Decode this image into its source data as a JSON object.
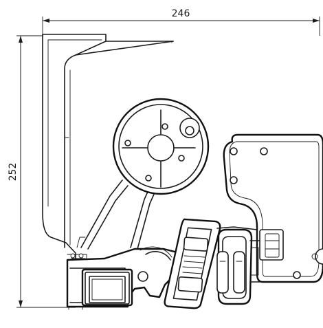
{
  "drawing": {
    "view": "Side elevation",
    "dimensions": {
      "width_label": "246",
      "height_label": "252"
    }
  },
  "colors": {
    "line": "#1a1a1a",
    "background": "#ffffff"
  }
}
